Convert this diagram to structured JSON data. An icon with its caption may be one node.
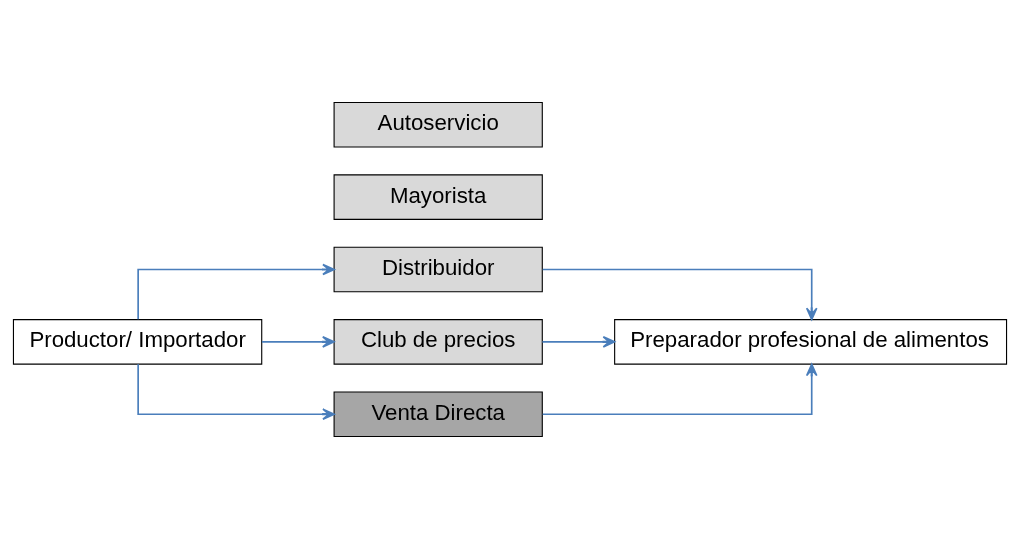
{
  "diagram": {
    "nodes": [
      {
        "text": [
          "Productor/ Importador"
        ]
      },
      {
        "text": [
          "Distribuidor"
        ]
      },
      {
        "text": [
          "Mayorista"
        ]
      },
      {
        "text": [
          "Autoservicio"
        ]
      },
      {
        "text": [
          "Club de precios"
        ]
      },
      {
        "text": [
          "Venta Directa"
        ]
      },
      {
        "text": [
          "Preparador profesional de alimentos"
        ]
      }
    ],
    "edges": [
      {
        "from": 0,
        "to": 1,
        "arrow": "to"
      },
      {
        "from": 0,
        "to": 4,
        "arrow": "to"
      },
      {
        "from": 1,
        "to": 6,
        "arrow": "to"
      },
      {
        "from": 4,
        "to": 6,
        "arrow": "to"
      },
      {
        "from": 0,
        "to": 5,
        "arrow": "to"
      },
      {
        "from": 5,
        "to": 6,
        "arrow": "to"
      }
    ]
  }
}
